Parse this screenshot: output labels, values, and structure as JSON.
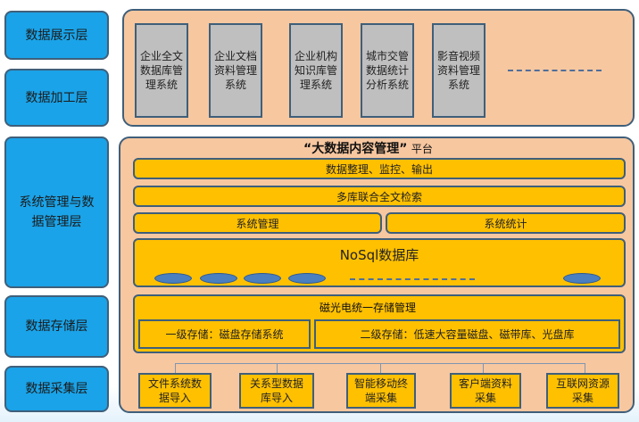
{
  "layers": {
    "display": "数据展示层",
    "processing": "数据加工层",
    "management": "系统管理与数据管理层",
    "storage": "数据存储层",
    "collection": "数据采集层"
  },
  "apps": [
    "企业全文数据库管理系统",
    "企业文档资料管理系统",
    "企业机构知识库管理系统",
    "城市交管数据统计分析系统",
    "影音视频资料管理系统"
  ],
  "platform": {
    "title_quoted": "“大数据内容管理”",
    "title_suffix": "平台",
    "bar1": "数据整理、监控、输出",
    "bar2": "多库联合全文检索",
    "sys_mgmt": "系统管理",
    "sys_stats": "系统统计",
    "nosql": "NoSql数据库"
  },
  "storage": {
    "title": "磁光电统一存储管理",
    "level1": "一级存储：磁盘存储系统",
    "level2": "二级存储：低速大容量磁盘、磁带库、光盘库"
  },
  "sources": [
    "文件系统数据导入",
    "关系型数据库导入",
    "智能移动终端采集",
    "客户端资料采集",
    "互联网资源采集"
  ],
  "colors": {
    "layer_blue": "#1aa3e8",
    "panel_peach": "#f7c7a0",
    "bar_orange": "#ffc000",
    "system_gray": "#bfbfbf"
  }
}
